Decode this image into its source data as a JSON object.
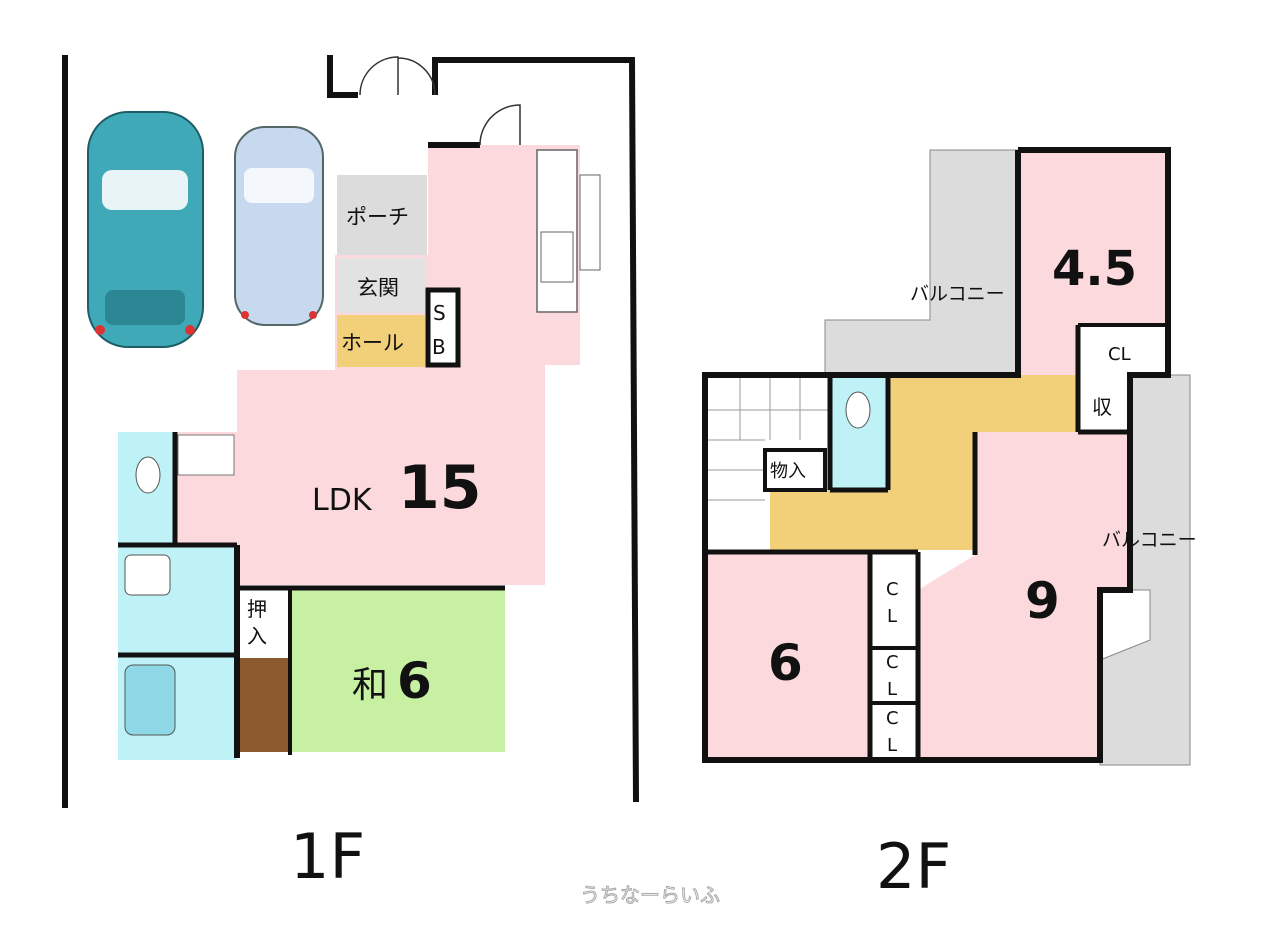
{
  "floor1": {
    "title": "1F",
    "rooms": {
      "ldk": "LDK",
      "ldk_size": "15",
      "porch": "ポーチ",
      "entrance": "玄関",
      "hall": "ホール",
      "shoe_box_1": "S",
      "shoe_box_2": "B",
      "closet_1": "押",
      "closet_2": "入",
      "japanese_room": "和",
      "japanese_room_size": "6"
    }
  },
  "floor2": {
    "title": "2F",
    "rooms": {
      "room_a_size": "4.5",
      "room_a_cl": "CL",
      "balcony_top": "バルコニー",
      "balcony_right": "バルコニー",
      "storage": "物入",
      "storage_small": "収",
      "room_b_size": "9",
      "room_c_size": "6",
      "cl_c": "C",
      "cl_l": "L"
    }
  },
  "watermark": "うちなーらいふ",
  "colors": {
    "pink": "#fcd9dd",
    "green": "#c8f0a2",
    "aqua": "#bff2f6",
    "gray": "#dcdcdc",
    "yellow": "#f2d07a",
    "brown": "#8a5a2e"
  }
}
